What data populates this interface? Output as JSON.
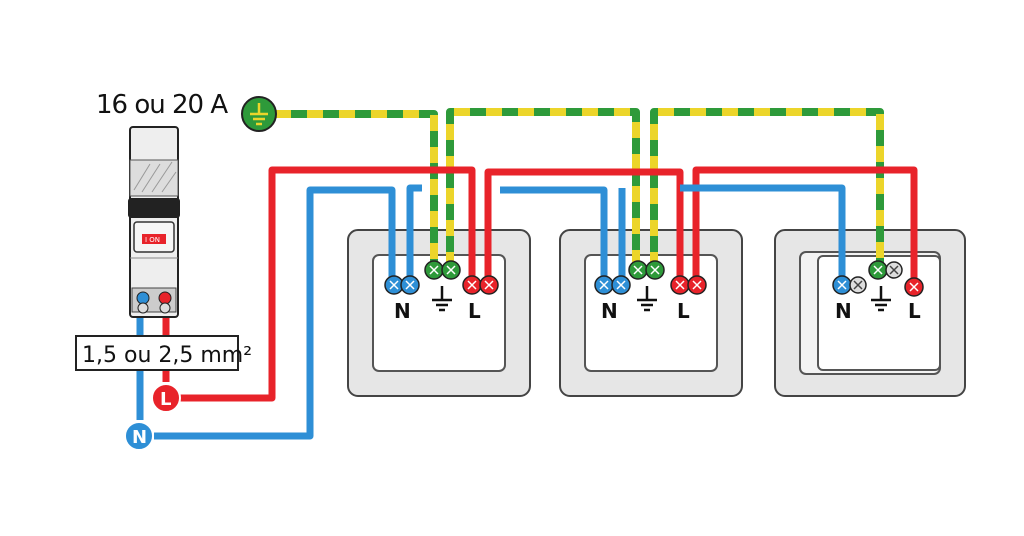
{
  "breaker": {
    "rating": "16 ou 20 A",
    "switch_label": "I ON"
  },
  "cable_section": "1,5 ou 2,5 mm²",
  "supply": {
    "live": "L",
    "neutral": "N"
  },
  "sockets": [
    {
      "neutral_label": "N",
      "live_label": "L"
    },
    {
      "neutral_label": "N",
      "live_label": "L"
    },
    {
      "neutral_label": "N",
      "live_label": "L"
    }
  ],
  "colors": {
    "live": "#e8232a",
    "neutral": "#2e8fd6",
    "earth_green": "#2e9a3a",
    "earth_yellow": "#ecd52a",
    "outline": "#222222"
  },
  "icons": {
    "earth": "earth-icon",
    "terminal": "terminal-screw-icon"
  }
}
